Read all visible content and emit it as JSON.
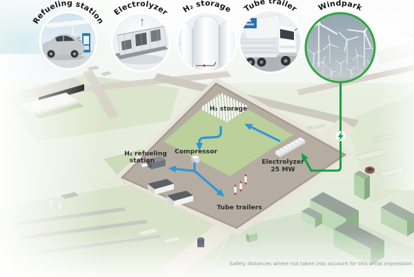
{
  "callouts": [
    {
      "id": "refueling-station",
      "label": "Refueling station"
    },
    {
      "id": "electrolyzer",
      "label": "Electrolyzer"
    },
    {
      "id": "h2-storage",
      "label": "H₂ storage"
    },
    {
      "id": "tube-trailer",
      "label": "Tube trailer"
    },
    {
      "id": "windpark",
      "label": "Windpark"
    }
  ],
  "site_labels": {
    "h2_storage": "H₂ storage",
    "compressor": "Compressor",
    "h2_refueling_line1": "H₂ refueling",
    "h2_refueling_line2": "station",
    "electrolyzer_line1": "Electrolyzer",
    "electrolyzer_line2": "25 MW",
    "tube_trailers": "Tube trailers"
  },
  "caption": "Safety distances where not taken into account for this artist impression",
  "colors": {
    "flow_hydrogen_blue": "#2e97d5",
    "flow_electricity_green": "#12a044",
    "windpark_ring": "#2ca83e",
    "lawn_green": "#bcd09c",
    "pavement_gray": "#b5ada2"
  },
  "icons": {
    "lightning_badge": "lightning-bolt-icon"
  }
}
